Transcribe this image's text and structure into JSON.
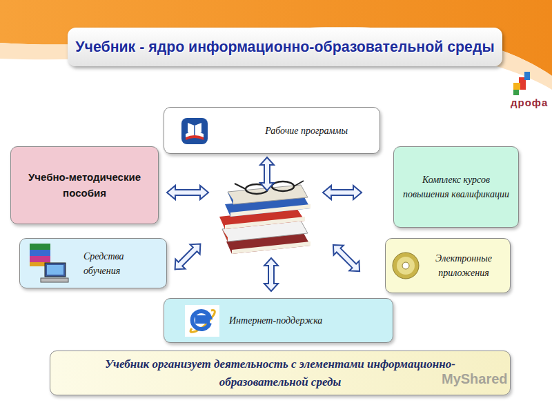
{
  "diagram": {
    "title": "Учебник - ядро информационно-образовательной среды",
    "nodes": [
      {
        "text": [
          "Рабочие программы"
        ]
      },
      {
        "text": [
          "Учебно-методические пособия"
        ]
      },
      {
        "text": [
          "Комплекс курсов повышения квалификации"
        ]
      },
      {
        "text": [
          "Средства обучения"
        ]
      },
      {
        "text": [
          "Электронные приложения"
        ]
      },
      {
        "text": [
          "Интернет-поддержка"
        ]
      },
      {
        "text": [
          "Учебник организует деятельность с элементами информационно-образовательной среды"
        ]
      }
    ],
    "labels": [
      "дрофа",
      "MyShared"
    ]
  }
}
